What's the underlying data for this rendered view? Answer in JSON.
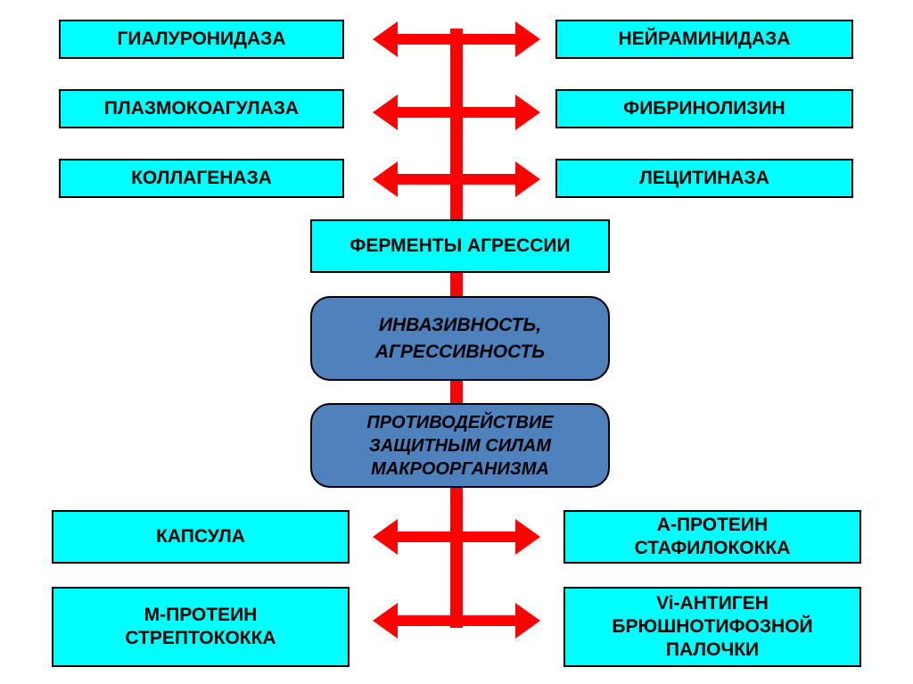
{
  "diagram": {
    "top_left": [
      "ГИАЛУРОНИДАЗА",
      "ПЛАЗМОКОАГУЛАЗА",
      "КОЛЛАГЕНАЗА"
    ],
    "top_right": [
      "НЕЙРАМИНИДАЗА",
      "ФИБРИНОЛИЗИН",
      "ЛЕЦИТИНАЗА"
    ],
    "enzymes_label": "ФЕРМЕНТЫ  АГРЕССИИ",
    "invasiveness_label": "ИНВАЗИВНОСТЬ,\nАГРЕССИВНОСТЬ",
    "counteraction_label": "ПРОТИВОДЕЙСТВИЕ\nЗАЩИТНЫМ  СИЛАМ\nМАКРООРГАНИЗМА",
    "bottom_left": [
      "КАПСУЛА",
      "М-ПРОТЕИН\nСТРЕПТОКОККА"
    ],
    "bottom_right": [
      "А-ПРОТЕИН\nСТАФИЛОКОККА",
      "Vi-АНТИГЕН\nБРЮШНОТИФОЗНОЙ\nПАЛОЧКИ"
    ],
    "colors": {
      "connector": "#ff0000",
      "box_fill": "#00ffff",
      "center_fill": "#4f81bd",
      "border": "#000000"
    }
  }
}
